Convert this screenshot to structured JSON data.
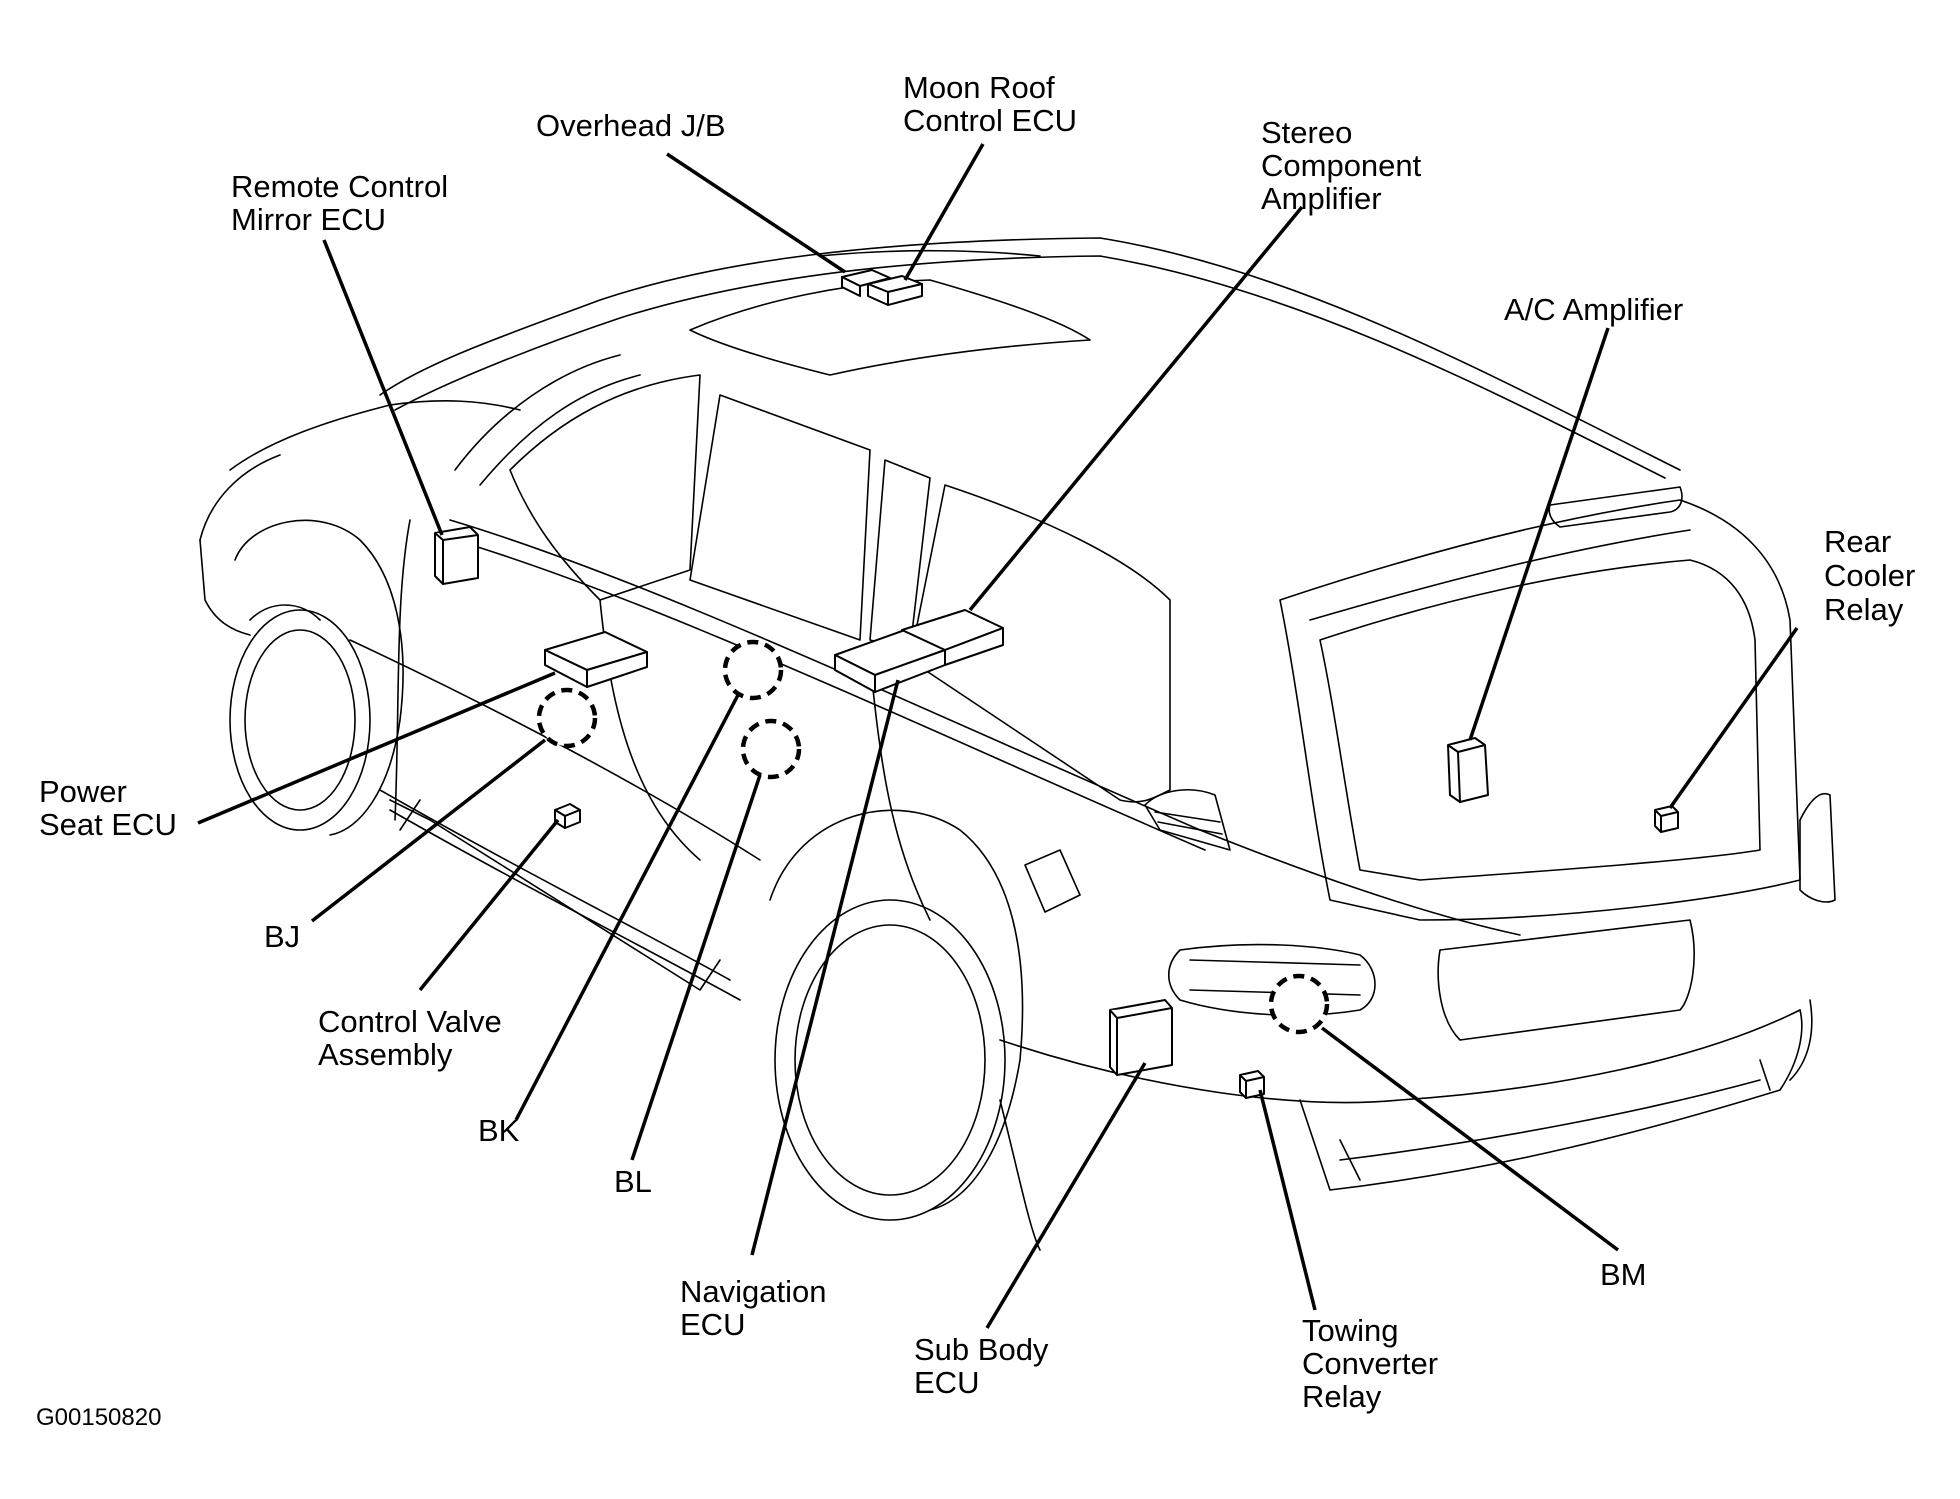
{
  "figure_id": "G00150820",
  "components": [
    {
      "key": "overhead_jb",
      "lines": [
        "Overhead J/B"
      ]
    },
    {
      "key": "moon_roof_ecu",
      "lines": [
        "Moon Roof",
        "Control ECU"
      ]
    },
    {
      "key": "stereo_amp",
      "lines": [
        "Stereo",
        "Component",
        "Amplifier"
      ]
    },
    {
      "key": "remote_mirror_ecu",
      "lines": [
        "Remote Control",
        "Mirror ECU"
      ]
    },
    {
      "key": "ac_amp",
      "lines": [
        "A/C Amplifier"
      ]
    },
    {
      "key": "rear_cooler_relay",
      "lines": [
        "Rear",
        "Cooler",
        "Relay"
      ]
    },
    {
      "key": "power_seat_ecu",
      "lines": [
        "Power",
        "Seat ECU"
      ]
    },
    {
      "key": "bj",
      "lines": [
        "BJ"
      ]
    },
    {
      "key": "control_valve",
      "lines": [
        "Control Valve",
        "Assembly"
      ]
    },
    {
      "key": "bk",
      "lines": [
        "BK"
      ]
    },
    {
      "key": "bl",
      "lines": [
        "BL"
      ]
    },
    {
      "key": "navigation_ecu",
      "lines": [
        "Navigation",
        "ECU"
      ]
    },
    {
      "key": "sub_body_ecu",
      "lines": [
        "Sub Body",
        "ECU"
      ]
    },
    {
      "key": "towing_relay",
      "lines": [
        "Towing",
        "Converter",
        "Relay"
      ]
    },
    {
      "key": "bm",
      "lines": [
        "BM"
      ]
    }
  ]
}
